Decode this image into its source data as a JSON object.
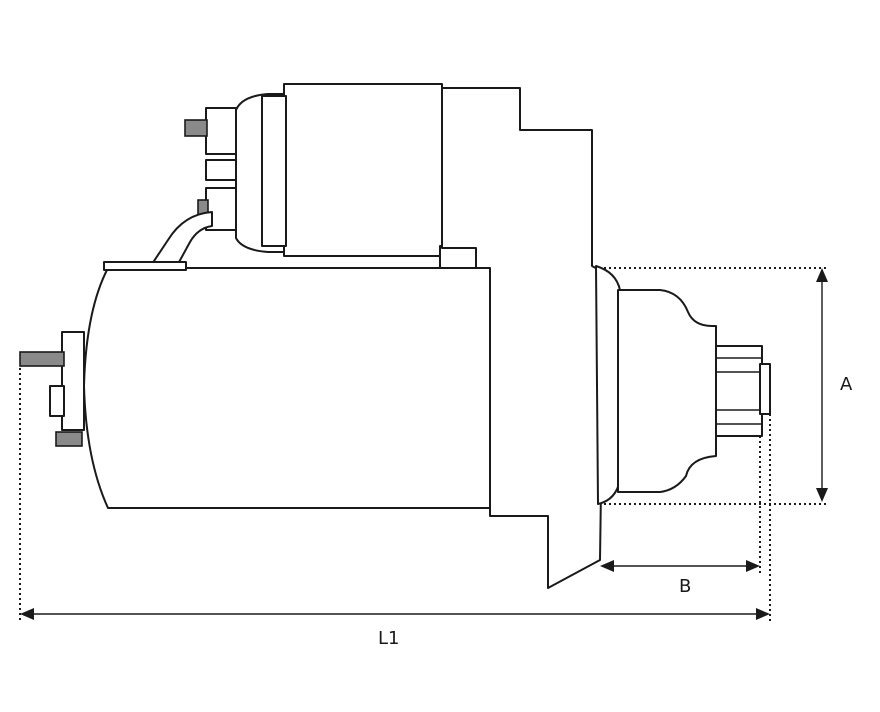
{
  "dimensions": {
    "A": "A",
    "B": "B",
    "L1": "L1"
  },
  "colors": {
    "line": "#1a1a1a",
    "terminal": "#8a8a8a",
    "background": "#ffffff"
  }
}
